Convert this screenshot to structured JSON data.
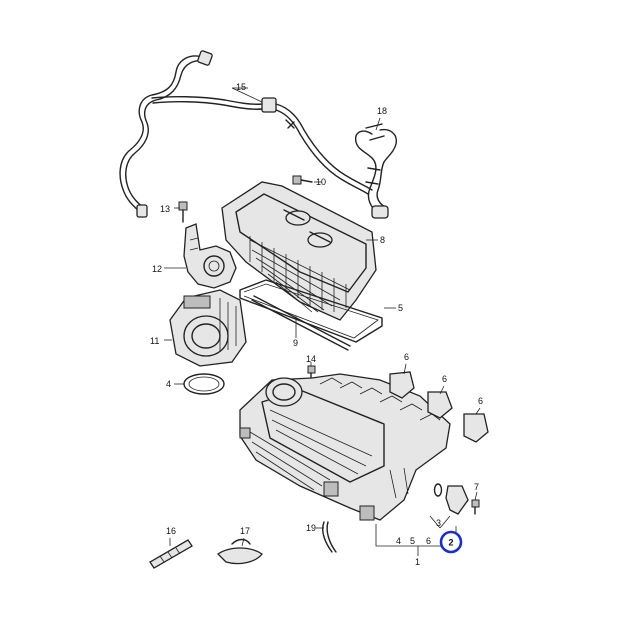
{
  "callouts": {
    "c1": "1",
    "c2": "2",
    "c3": "3",
    "c4a": "4",
    "c4b": "4",
    "c5a": "5",
    "c5b": "5",
    "c6a": "6",
    "c6b": "6",
    "c6c": "6",
    "c6d": "6",
    "c7": "7",
    "c8": "8",
    "c9": "9",
    "c10": "10",
    "c11": "11",
    "c12": "12",
    "c13": "13",
    "c14": "14",
    "c15": "15",
    "c16": "16",
    "c17": "17",
    "c18": "18",
    "c19": "19"
  },
  "highlight": {
    "label": "2",
    "color": "#1a2fc9"
  },
  "colors": {
    "line": "#222222",
    "part_fill": "#e6e6e6",
    "dark_fill": "#bdbdbd"
  }
}
